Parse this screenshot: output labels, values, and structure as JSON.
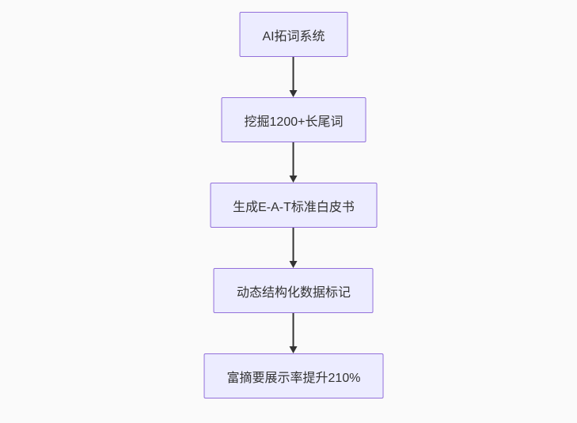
{
  "diagram": {
    "type": "flowchart",
    "direction": "top-down",
    "colors": {
      "canvas_background": "#fafafa",
      "node_fill": "#ececff",
      "node_border": "#9370db",
      "node_text": "#333333",
      "arrow": "#333333"
    },
    "nodes": [
      {
        "label": "AI拓词系统"
      },
      {
        "label": "挖掘1200+长尾词"
      },
      {
        "label": "生成E-A-T标准白皮书"
      },
      {
        "label": "动态结构化数据标记"
      },
      {
        "label": "富摘要展示率提升210%"
      }
    ],
    "edges": [
      {
        "from": 0,
        "to": 1
      },
      {
        "from": 1,
        "to": 2
      },
      {
        "from": 2,
        "to": 3
      },
      {
        "from": 3,
        "to": 4
      }
    ]
  }
}
